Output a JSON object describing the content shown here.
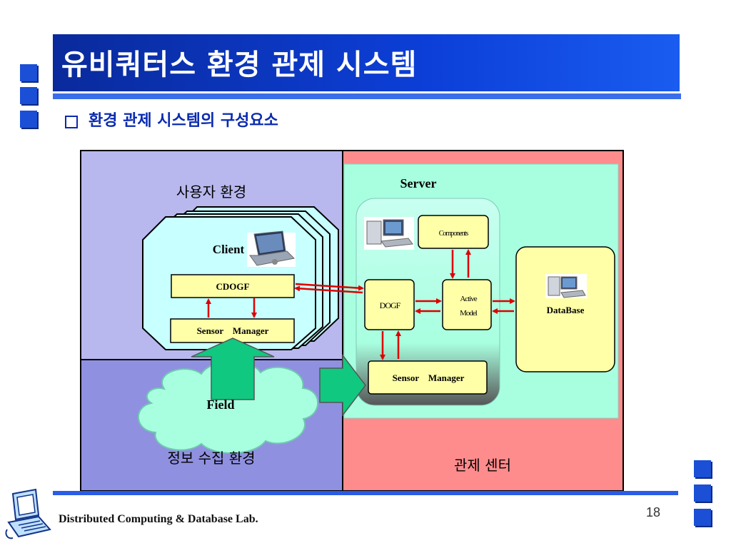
{
  "slide": {
    "title": "유비쿼터스 환경 관제 시스템",
    "subtitle": "환경 관제 시스템의 구성요소",
    "footer": "Distributed Computing & Database Lab.",
    "page_number": "18"
  },
  "diagram": {
    "user_env_label": "사용자 환경",
    "info_env_label": "정보 수집 환경",
    "control_center_label": "관제 센터",
    "server_label": "Server",
    "client_label": "Client",
    "cdogf_label": "CDOGF",
    "client_sensor_label": "Sensor    Manager",
    "field_label": "Field",
    "components_label": "Components",
    "dogf_label": "DOGF",
    "active_model_line1": "Active",
    "active_model_line2": "Model",
    "server_sensor_label": "Sensor    Manager",
    "database_label": "DataBase"
  },
  "colors": {
    "title_blue": "#0c3fd8",
    "user_env": "#b8b8ee",
    "info_env": "#9090e0",
    "control_center": "#ff8c8c",
    "server": "#a8ffe0",
    "client": "#c8ffff",
    "box_yellow": "#ffffa8",
    "cloud": "#a8ffe0",
    "arrow_green": "#10c880",
    "arrow_red": "#dd0000"
  }
}
